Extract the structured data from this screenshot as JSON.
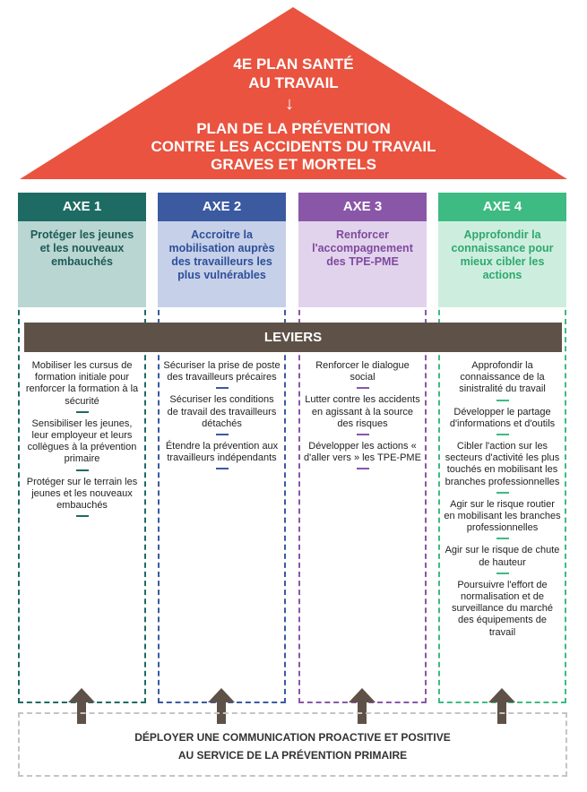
{
  "roof": {
    "line1": "4E PLAN SANTÉ",
    "line2": "AU TRAVAIL",
    "title_lines": [
      "PLAN DE LA PRÉVENTION",
      "CONTRE LES ACCIDENTS DU TRAVAIL",
      "GRAVES ET MORTELS"
    ],
    "color": "#e9533f"
  },
  "axes": [
    {
      "label": "AXE 1",
      "text": "Protéger les jeunes et les nouveaux embauchés",
      "head_color": "#1e6b64",
      "box_color": "#b9d6d3",
      "text_color": "#1e5a55",
      "levers": [
        "Mobiliser les cursus de formation initiale pour renforcer la formation à la sécurité",
        "Sensibiliser les jeunes, leur employeur et leurs collègues à la prévention primaire",
        "Protéger sur le terrain les jeunes et les nouveaux embauchés"
      ]
    },
    {
      "label": "AXE 2",
      "text": "Accroitre la mobilisation auprès des travailleurs les plus vulnérables",
      "head_color": "#3b5aa0",
      "box_color": "#c6d0e8",
      "text_color": "#2e4f9a",
      "levers": [
        "Sécuriser la prise de poste des travailleurs précaires",
        "Sécuriser les conditions de travail des travailleurs détachés",
        "Étendre la prévention aux travailleurs indépendants"
      ]
    },
    {
      "label": "AXE 3",
      "text": "Renforcer l'accompagnement des TPE-PME",
      "head_color": "#8a56a8",
      "box_color": "#e2d3ec",
      "text_color": "#7e4a9e",
      "levers": [
        "Renforcer le dialogue social",
        "Lutter contre les accidents en agissant à la source des risques",
        "Développer les actions « d'aller vers » les TPE-PME"
      ]
    },
    {
      "label": "AXE 4",
      "text": "Approfondir la connaissance pour mieux cibler les actions",
      "head_color": "#3dbb82",
      "box_color": "#cdeede",
      "text_color": "#2ea86e",
      "levers": [
        "Approfondir la connaissance de la sinistralité du travail",
        "Développer le partage d'informations et d'outils",
        "Cibler l'action sur les secteurs d'activité les plus touchés en mobilisant les branches professionnelles",
        "Agir sur le risque routier en mobilisant les branches professionnelles",
        "Agir sur le risque de chute de hauteur",
        "Poursuivre l'effort de normalisation et de surveillance du marché des équipements de travail"
      ]
    }
  ],
  "leviers_label": "LEVIERS",
  "footer": {
    "line1": "DÉPLOYER UNE COMMUNICATION PROACTIVE ET POSITIVE",
    "line2": "AU SERVICE DE LA PRÉVENTION PRIMAIRE"
  },
  "arrow_color": "#5e5147"
}
